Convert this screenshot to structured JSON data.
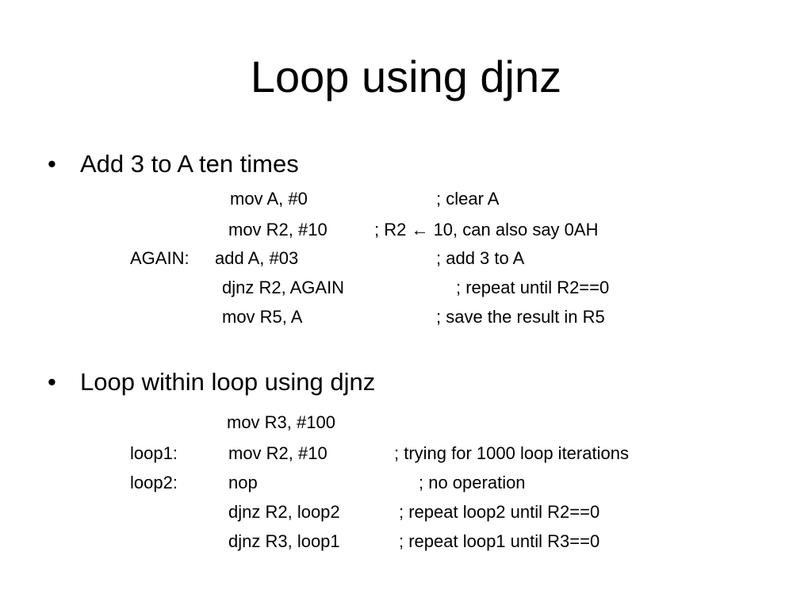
{
  "title": "Loop using djnz",
  "bullet_char": "•",
  "section1": {
    "heading": "Add 3 to A ten times",
    "lines": [
      {
        "label": "",
        "instr": "mov  A, #0",
        "comment": "; clear A"
      },
      {
        "label": "",
        "instr": "mov  R2, #10",
        "comment": "; R2 ← 10, can also say 0AH"
      },
      {
        "label": "AGAIN:",
        "instr": "add    A, #03",
        "comment": "; add 3 to A"
      },
      {
        "label": "",
        "instr": "djnz   R2, AGAIN",
        "comment": "; repeat until R2==0"
      },
      {
        "label": "",
        "instr": "mov    R5, A",
        "comment": "; save the result in R5"
      }
    ]
  },
  "section2": {
    "heading": "Loop within loop using djnz",
    "lines": [
      {
        "label": "",
        "instr": "mov  R3, #100",
        "comment": ""
      },
      {
        "label": "loop1:",
        "instr": "mov  R2, #10",
        "comment": "; trying for 1000 loop iterations"
      },
      {
        "label": "loop2:",
        "instr": "nop",
        "comment": "; no operation"
      },
      {
        "label": "",
        "instr": "djnz  R2, loop2",
        "comment": "; repeat loop2 until R2==0"
      },
      {
        "label": "",
        "instr": "djnz  R3, loop1",
        "comment": "; repeat loop1 until R3==0"
      }
    ]
  }
}
